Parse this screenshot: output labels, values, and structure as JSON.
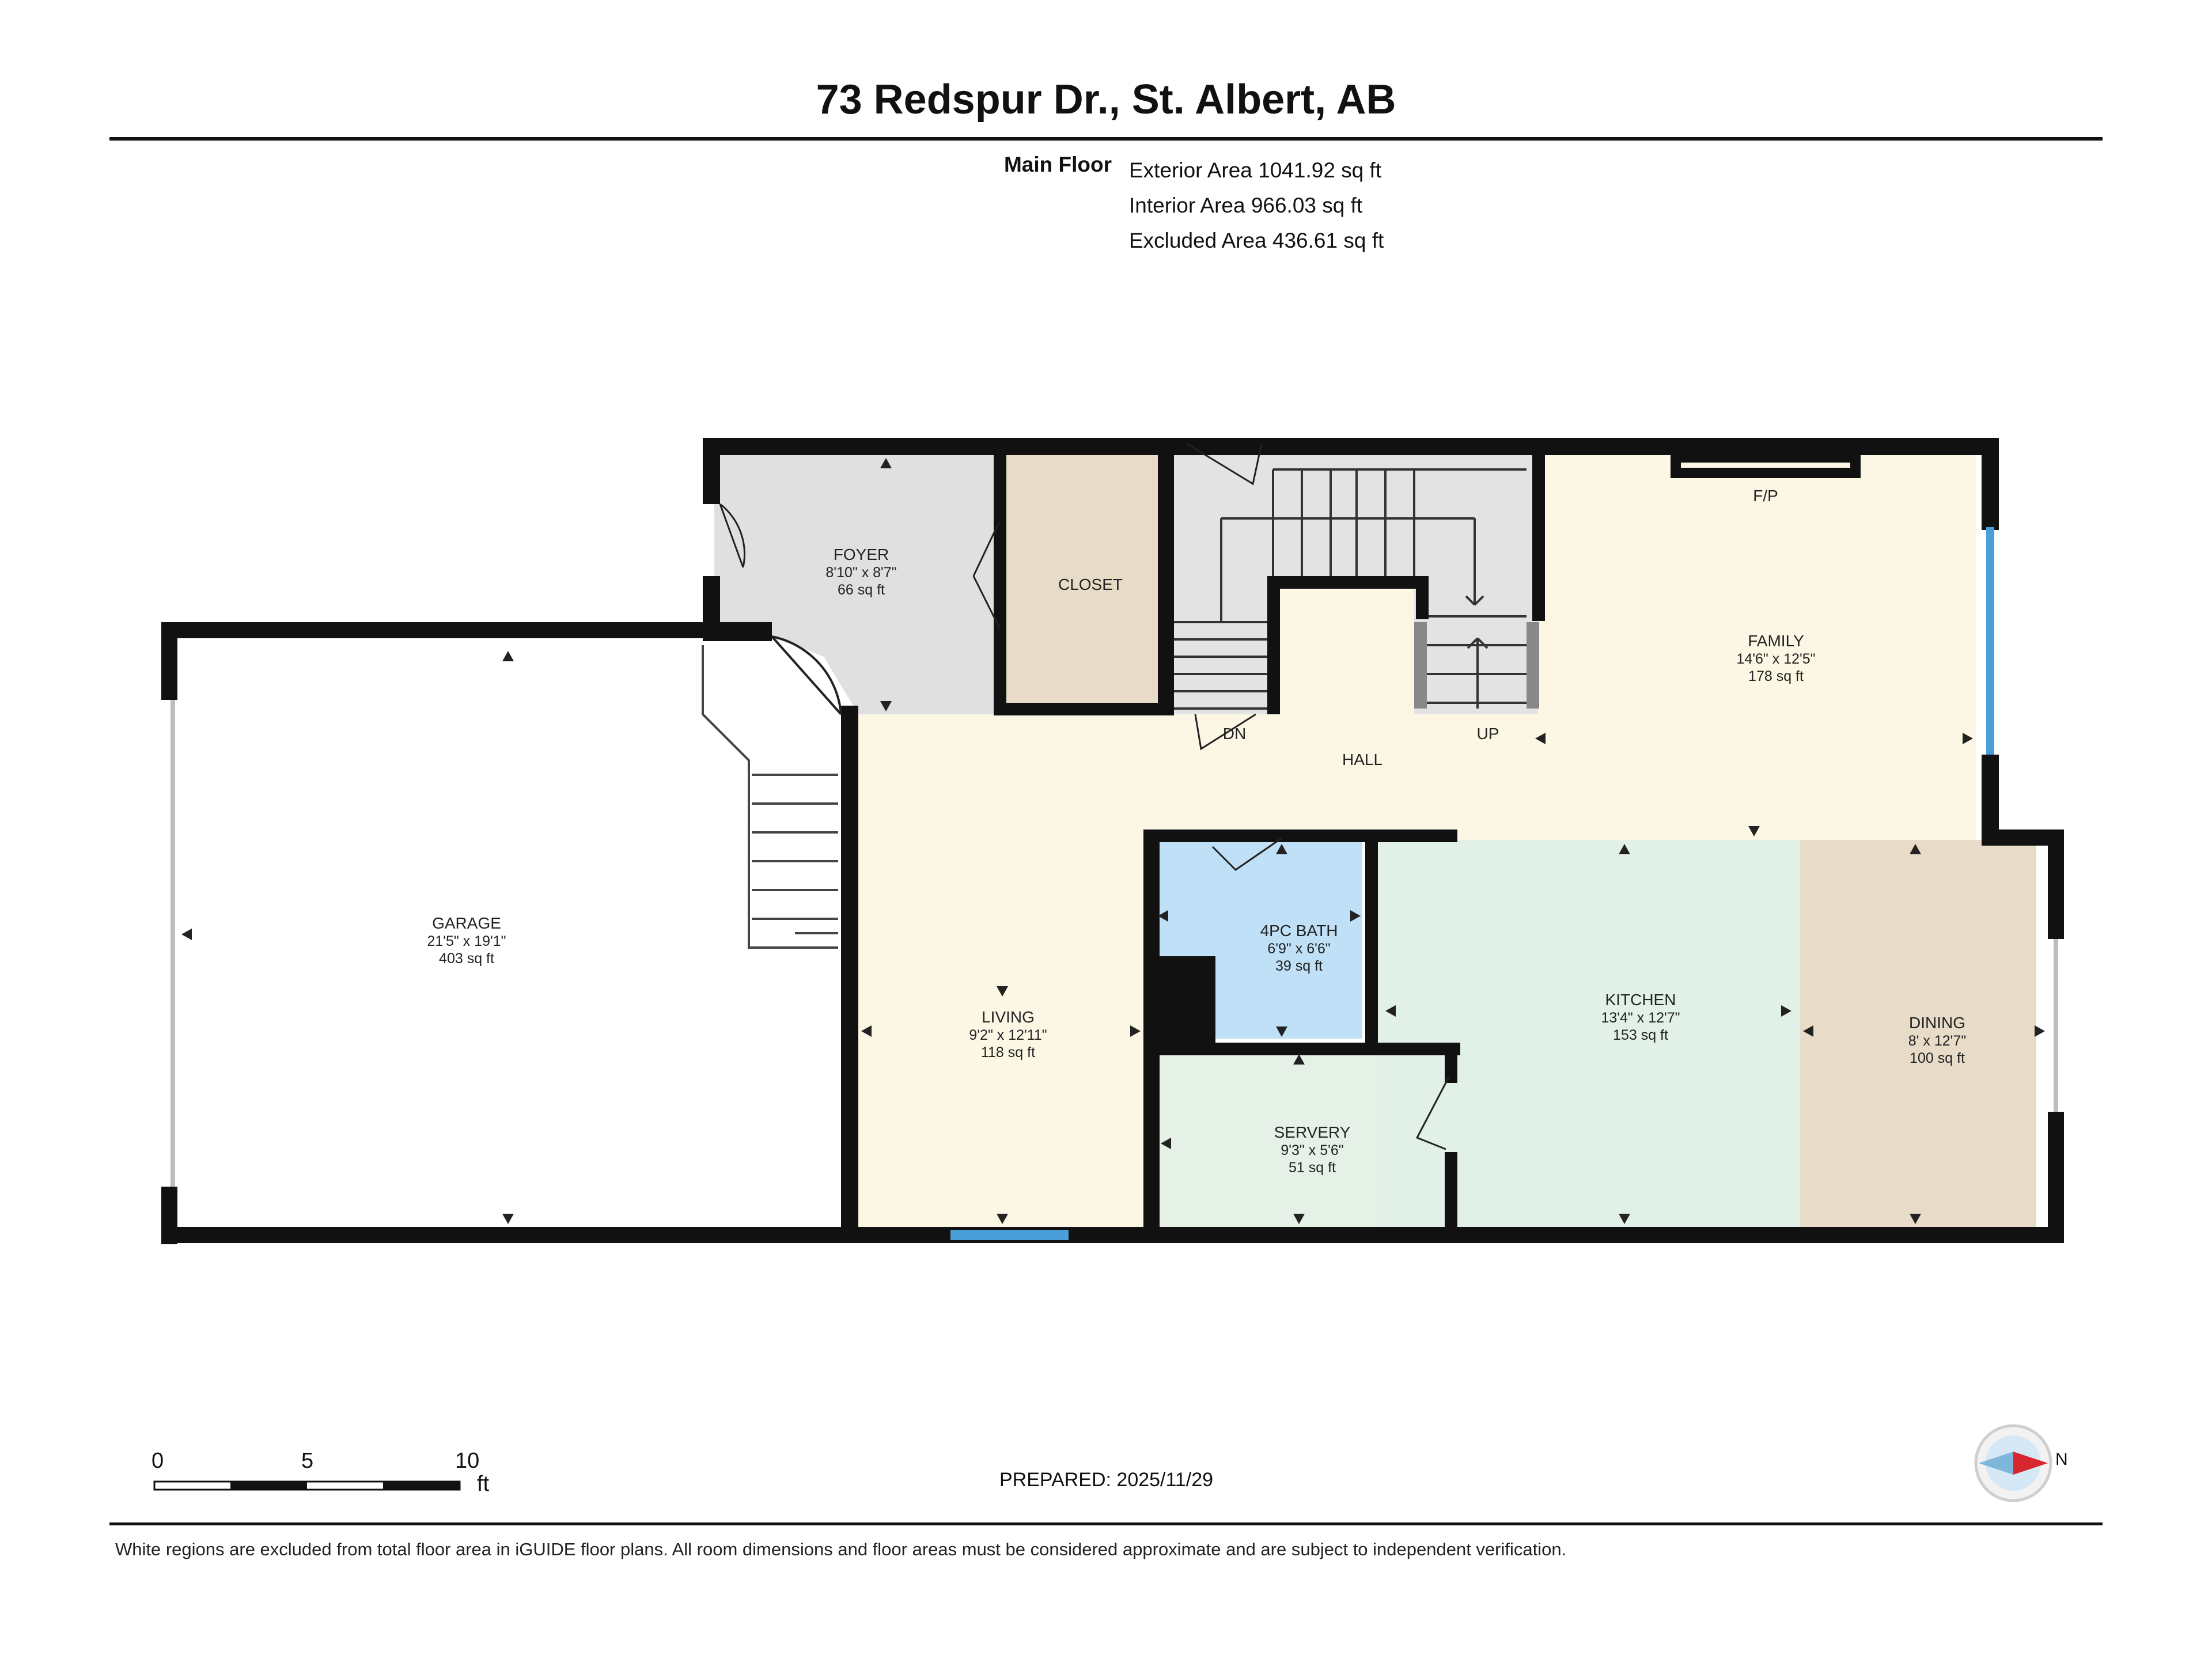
{
  "title": "73 Redspur Dr., St. Albert, AB",
  "floor": {
    "name": "Main Floor",
    "areas": [
      "Exterior Area 1041.92 sq ft",
      "Interior Area 966.03 sq ft",
      "Excluded Area 436.61 sq ft"
    ]
  },
  "rooms": {
    "garage": {
      "name": "GARAGE",
      "dims": "21'5\" x 19'1\"",
      "area": "403 sq ft"
    },
    "foyer": {
      "name": "FOYER",
      "dims": "8'10\" x 8'7\"",
      "area": "66 sq ft"
    },
    "closet": {
      "name": "CLOSET"
    },
    "family": {
      "name": "FAMILY",
      "dims": "14'6\" x 12'5\"",
      "area": "178 sq ft"
    },
    "hall": {
      "name": "HALL"
    },
    "living": {
      "name": "LIVING",
      "dims": "9'2\" x 12'11\"",
      "area": "118 sq ft"
    },
    "bath": {
      "name": "4PC BATH",
      "dims": "6'9\" x 6'6\"",
      "area": "39 sq ft"
    },
    "servery": {
      "name": "SERVERY",
      "dims": "9'3\" x 5'6\"",
      "area": "51 sq ft"
    },
    "kitchen": {
      "name": "KITCHEN",
      "dims": "13'4\" x 12'7\"",
      "area": "153 sq ft"
    },
    "dining": {
      "name": "DINING",
      "dims": "8' x 12'7\"",
      "area": "100 sq ft"
    }
  },
  "labels": {
    "fireplace": "F/P",
    "stairs_down": "DN",
    "stairs_up": "UP"
  },
  "scale": {
    "ticks": [
      "0",
      "5",
      "10"
    ],
    "unit": "ft"
  },
  "compass": {
    "label": "N"
  },
  "prepared": "PREPARED: 2025/11/29",
  "disclaimer": "White regions are excluded from total floor area in iGUIDE floor plans. All room dimensions and floor areas must be considered approximate and are subject to independent verification.",
  "colors": {
    "wall": "#111111",
    "foyer": "#e0e0e0",
    "closet": "#e8dcc8",
    "hall_family_living": "#fcf7e4",
    "bath": "#bfe0f7",
    "servery": "#e5f1e6",
    "kitchen": "#e2f1e8",
    "dining": "#e8dcc9",
    "window": "#4a9fd8",
    "compass_arrow": "#d8262e"
  }
}
